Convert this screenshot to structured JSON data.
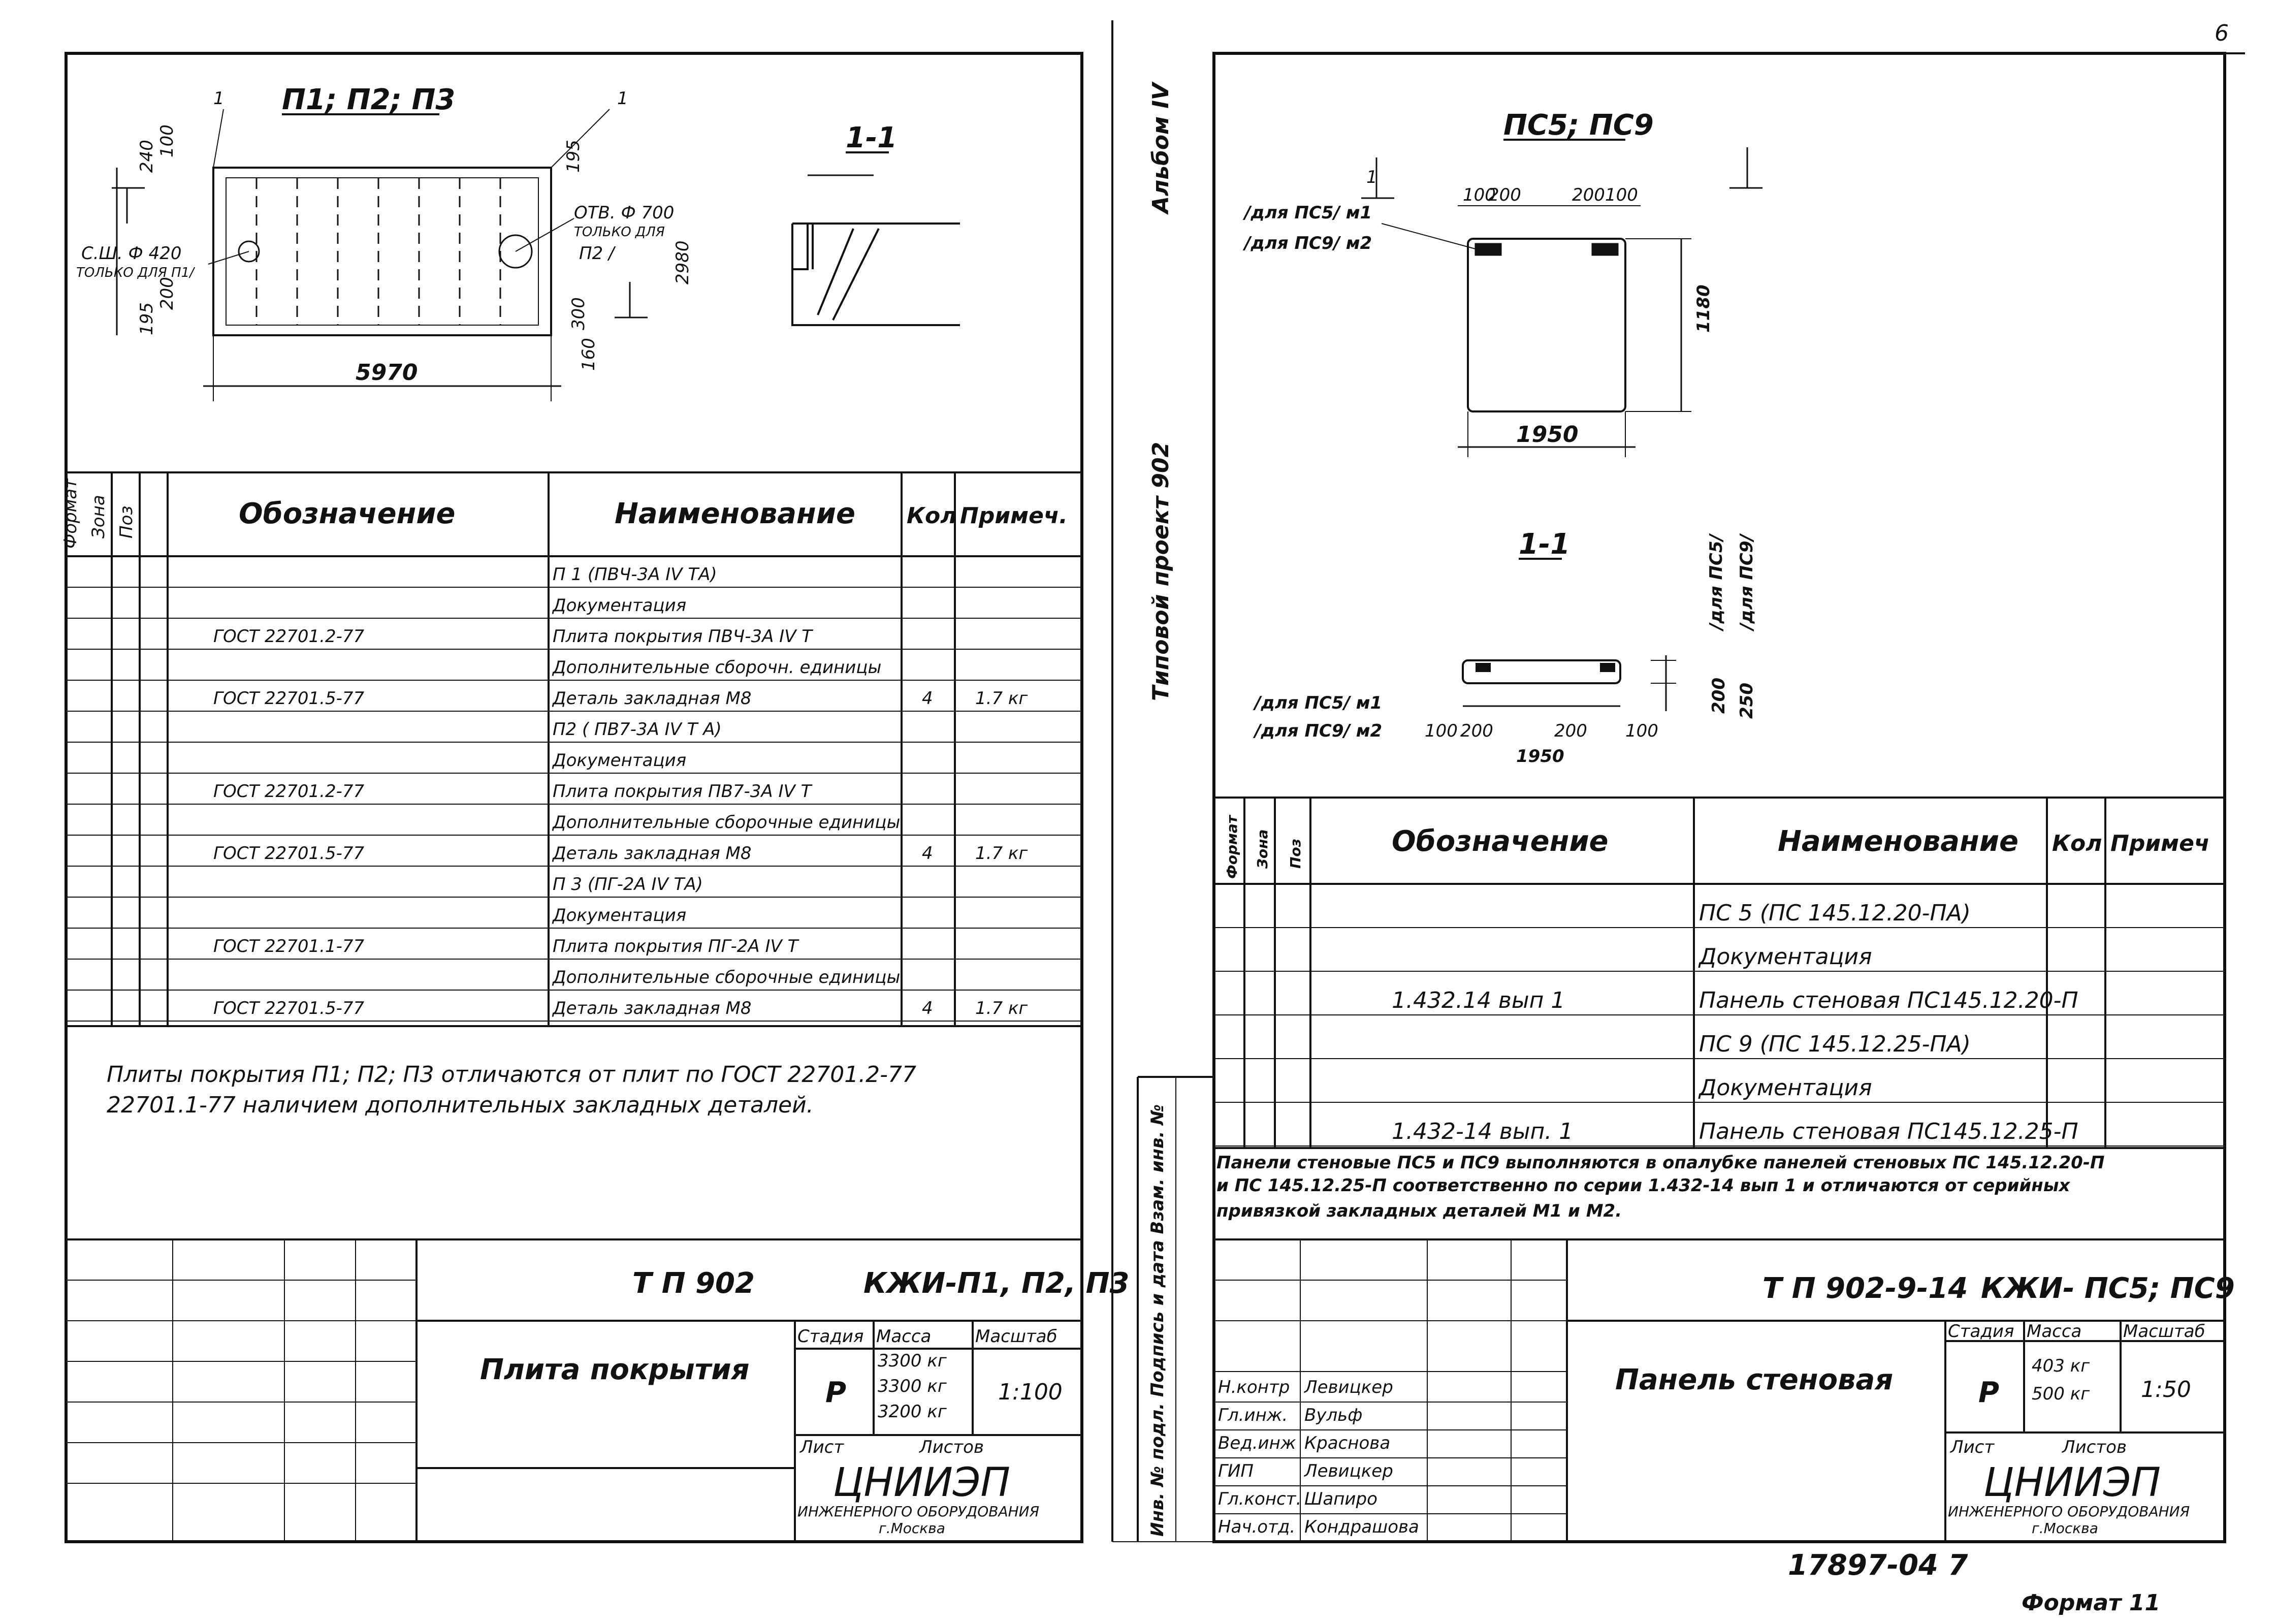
{
  "page_number": "6",
  "left_sheet": {
    "drawing": {
      "title": "П1; П2; П3",
      "section_title": "1-1",
      "dim_length": "5970",
      "dim_top1": "240",
      "dim_top2": "100",
      "dim_left1": "195",
      "dim_left2": "200",
      "dim_right1": "195",
      "dim_right2": "300",
      "dim_right3": "160",
      "dim_height": "2980",
      "hole_note_left": "С.Ш. Ф 420",
      "hole_note_left2": "ТОЛЬКО ДЛЯ П1/",
      "hole_note_right": "ОТВ. Ф 700",
      "hole_note_right2": "ТОЛЬКО ДЛЯ",
      "hole_note_right3": "П2 /",
      "mark1": "1",
      "mark2": "1"
    },
    "table": {
      "headers": [
        "Формат",
        "Зона",
        "Поз",
        "Обозначение",
        "Наименование",
        "Кол",
        "Примеч."
      ],
      "rows": [
        {
          "code": "",
          "name": "П 1 (ПВЧ-3А IV ТА)",
          "qty": "",
          "note": ""
        },
        {
          "code": "",
          "name": "Документация",
          "qty": "",
          "note": ""
        },
        {
          "code": "ГОСТ 22701.2-77",
          "name": "Плита покрытия ПВЧ-3А IV Т",
          "qty": "",
          "note": ""
        },
        {
          "code": "",
          "name": "Дополнительные сборочн. единицы",
          "qty": "",
          "note": ""
        },
        {
          "code": "ГОСТ 22701.5-77",
          "name": "Деталь закладная   М8",
          "qty": "4",
          "note": "1.7 кг"
        },
        {
          "code": "",
          "name": "П2 ( ПВ7-3А IV Т А)",
          "qty": "",
          "note": ""
        },
        {
          "code": "",
          "name": "Документация",
          "qty": "",
          "note": ""
        },
        {
          "code": "ГОСТ 22701.2-77",
          "name": "Плита покрытия ПВ7-3А IV Т",
          "qty": "",
          "note": ""
        },
        {
          "code": "",
          "name": "Дополнительные сборочные единицы",
          "qty": "",
          "note": ""
        },
        {
          "code": "ГОСТ 22701.5-77",
          "name": "Деталь закладная   М8",
          "qty": "4",
          "note": "1.7 кг"
        },
        {
          "code": "",
          "name": "П 3 (ПГ-2А IV ТА)",
          "qty": "",
          "note": ""
        },
        {
          "code": "",
          "name": "Документация",
          "qty": "",
          "note": ""
        },
        {
          "code": "ГОСТ 22701.1-77",
          "name": "Плита покрытия ПГ-2А IV Т",
          "qty": "",
          "note": ""
        },
        {
          "code": "",
          "name": "Дополнительные сборочные единицы",
          "qty": "",
          "note": ""
        },
        {
          "code": "ГОСТ 22701.5-77",
          "name": "Деталь закладная   М8",
          "qty": "4",
          "note": "1.7 кг"
        }
      ]
    },
    "note_line1": "Плиты покрытия П1; П2; П3 отличаются от плит по ГОСТ 22701.2-77",
    "note_line2": "22701.1-77 наличием дополнительных закладных деталей.",
    "stamp": {
      "code": "Т П 902",
      "sheet_code": "КЖИ-П1, П2, П3",
      "title": "Плита покрытия",
      "stage_header": "Стадия",
      "mass_header": "Масса",
      "scale_header": "Масштаб",
      "stage": "Р",
      "mass1": "3300 кг",
      "mass2": "3300 кг",
      "mass3": "3200 кг",
      "scale": "1:100",
      "sheet_label": "Лист",
      "sheets_label": "Листов",
      "org": "ЦНИИЭП",
      "org2": "ИНЖЕНЕРНОГО ОБОРУДОВАНИЯ",
      "org3": "г.Москва"
    }
  },
  "right_sheet": {
    "side_text_1": "Типовой проект 902",
    "side_text_2": "Альбом IV",
    "side_stamp": "Инв. № подл.   Подпись и дата   Взам. инв. №",
    "drawing": {
      "title": "ПС5; ПС9",
      "section_title": "1-1",
      "mark": "1",
      "label_m1": "/для ПС5/   м1",
      "label_m2": "/для ПС9/   м2",
      "dim_top_a": "100",
      "dim_top_b": "200",
      "dim_top_c": "200",
      "dim_top_d": "100",
      "dim_height": "1180",
      "dim_width": "1950",
      "sec_label_m1": "/для ПС5/   м1",
      "sec_label_m2": "/для ПС9/   м2",
      "sec_dim_a": "100",
      "sec_dim_b": "200",
      "sec_dim_c": "200",
      "sec_dim_d": "100",
      "sec_width": "1950",
      "sec_h1": "200",
      "sec_h2": "250",
      "sec_v1": "/для ПС5/",
      "sec_v2": "/для ПС9/"
    },
    "table": {
      "headers": [
        "Формат",
        "Зона",
        "Поз",
        "Обозначение",
        "Наименование",
        "Кол",
        "Примеч"
      ],
      "rows": [
        {
          "code": "",
          "name": "ПС 5 (ПС 145.12.20-ПА)",
          "qty": "",
          "note": ""
        },
        {
          "code": "",
          "name": "Документация",
          "qty": "",
          "note": ""
        },
        {
          "code": "1.432.14 вып 1",
          "name": "Панель стеновая ПС145.12.20-П",
          "qty": "",
          "note": ""
        },
        {
          "code": "",
          "name": "ПС 9 (ПС 145.12.25-ПА)",
          "qty": "",
          "note": ""
        },
        {
          "code": "",
          "name": "Документация",
          "qty": "",
          "note": ""
        },
        {
          "code": "1.432-14 вып. 1",
          "name": "Панель стеновая ПС145.12.25-П",
          "qty": "",
          "note": ""
        }
      ]
    },
    "note_line1": "Панели стеновые ПС5 и ПС9 выполняются в опалубке панелей стеновых ПС 145.12.20-П",
    "note_line2": "и ПС 145.12.25-П соответственно по серии 1.432-14 вып 1 и отличаются от серийных",
    "note_line3": "привязкой закладных деталей М1 и М2.",
    "stamp": {
      "code": "Т П 902-9-14",
      "sheet_code": "КЖИ- ПС5; ПС9",
      "title": "Панель стеновая",
      "stage_header": "Стадия",
      "mass_header": "Масса",
      "scale_header": "Масштаб",
      "stage": "Р",
      "mass1": "403 кг",
      "mass2": "500 кг",
      "scale": "1:50",
      "sheet_label": "Лист",
      "sheets_label": "Листов",
      "org": "ЦНИИЭП",
      "org2": "ИНЖЕНЕРНОГО ОБОРУДОВАНИЯ",
      "org3": "г.Москва",
      "roles": [
        {
          "role": "Н.контр",
          "name": "Левицкер"
        },
        {
          "role": "Гл.инж.",
          "name": "Вульф"
        },
        {
          "role": "Вед.инж",
          "name": "Краснова"
        },
        {
          "role": "ГИП",
          "name": "Левицкер"
        },
        {
          "role": "Гл.конст.",
          "name": "Шапиро"
        },
        {
          "role": "Нач.отд.",
          "name": "Кондрашова"
        }
      ]
    }
  },
  "footer": {
    "number": "17897-04 7",
    "format": "Формат 11"
  }
}
